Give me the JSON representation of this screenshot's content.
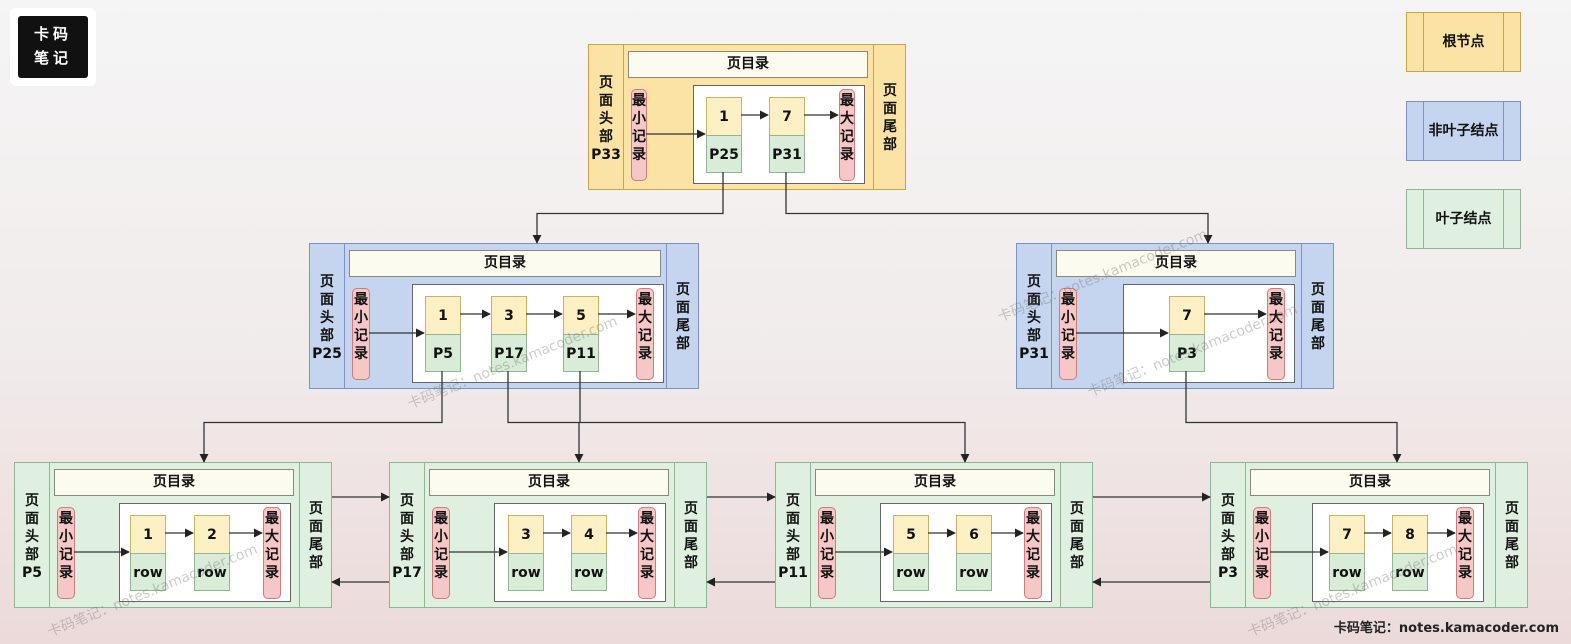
{
  "logo": {
    "line1": "卡码",
    "line2": "笔记"
  },
  "labels": {
    "page_header_chars": [
      "页",
      "面",
      "头",
      "部"
    ],
    "page_footer_chars": [
      "页",
      "面",
      "尾",
      "部"
    ],
    "page_directory": "页目录",
    "min_record_chars": [
      "最",
      "小",
      "记",
      "录"
    ],
    "max_record_chars": [
      "最",
      "大",
      "记",
      "录"
    ]
  },
  "legend": {
    "root": "根节点",
    "nonleaf": "非叶子结点",
    "leaf": "叶子结点"
  },
  "pages": [
    {
      "id": "P33",
      "type": "root",
      "entries": [
        {
          "key": "1",
          "ptr": "P25"
        },
        {
          "key": "7",
          "ptr": "P31"
        }
      ]
    },
    {
      "id": "P25",
      "type": "nonleaf",
      "entries": [
        {
          "key": "1",
          "ptr": "P5"
        },
        {
          "key": "3",
          "ptr": "P17"
        },
        {
          "key": "5",
          "ptr": "P11"
        }
      ]
    },
    {
      "id": "P31",
      "type": "nonleaf",
      "entries": [
        {
          "key": "7",
          "ptr": "P3"
        }
      ]
    },
    {
      "id": "P5",
      "type": "leaf",
      "entries": [
        {
          "key": "1",
          "ptr": "row"
        },
        {
          "key": "2",
          "ptr": "row"
        }
      ]
    },
    {
      "id": "P17",
      "type": "leaf",
      "entries": [
        {
          "key": "3",
          "ptr": "row"
        },
        {
          "key": "4",
          "ptr": "row"
        }
      ]
    },
    {
      "id": "P11",
      "type": "leaf",
      "entries": [
        {
          "key": "5",
          "ptr": "row"
        },
        {
          "key": "6",
          "ptr": "row"
        }
      ]
    },
    {
      "id": "P3",
      "type": "leaf",
      "entries": [
        {
          "key": "7",
          "ptr": "row"
        },
        {
          "key": "8",
          "ptr": "row"
        }
      ]
    }
  ],
  "watermark": "卡码笔记：notes.kamacoder.com",
  "footer": "卡码笔记：notes.kamacoder.com"
}
